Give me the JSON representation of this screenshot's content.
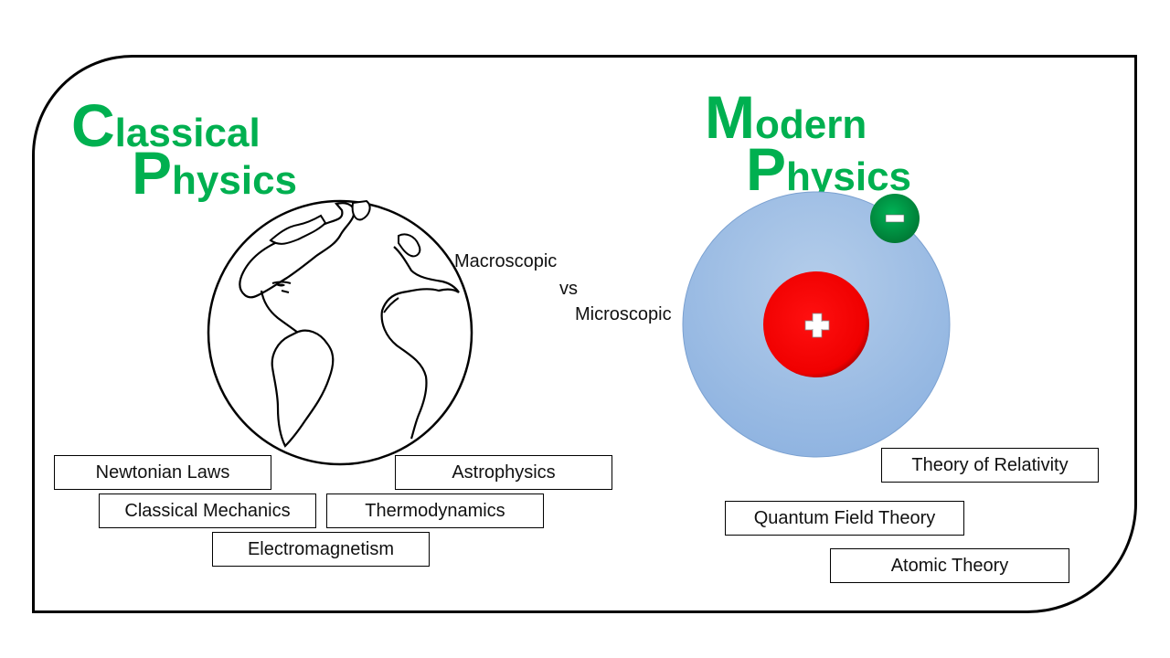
{
  "classical": {
    "title_cap1": "C",
    "title_rest1": "lassical",
    "title_cap2": "P",
    "title_rest2": "hysics",
    "topics": [
      "Newtonian Laws",
      "Astrophysics",
      "Classical Mechanics",
      "Thermodynamics",
      "Electromagnetism"
    ]
  },
  "modern": {
    "title_cap1": "M",
    "title_rest1": "odern",
    "title_cap2": "P",
    "title_rest2": "hysics",
    "topics": [
      "Theory of Relativity",
      "Quantum Field Theory",
      "Atomic Theory"
    ],
    "electron_sign": "−",
    "nucleus_sign": "+"
  },
  "comparison": {
    "left": "Macroscopic",
    "middle": "vs",
    "right": "Microscopic"
  },
  "colors": {
    "title_green": "#00b050",
    "atom_blue": "#9dbde6",
    "nucleus_red": "#ff0000",
    "electron_green": "#00a050"
  }
}
